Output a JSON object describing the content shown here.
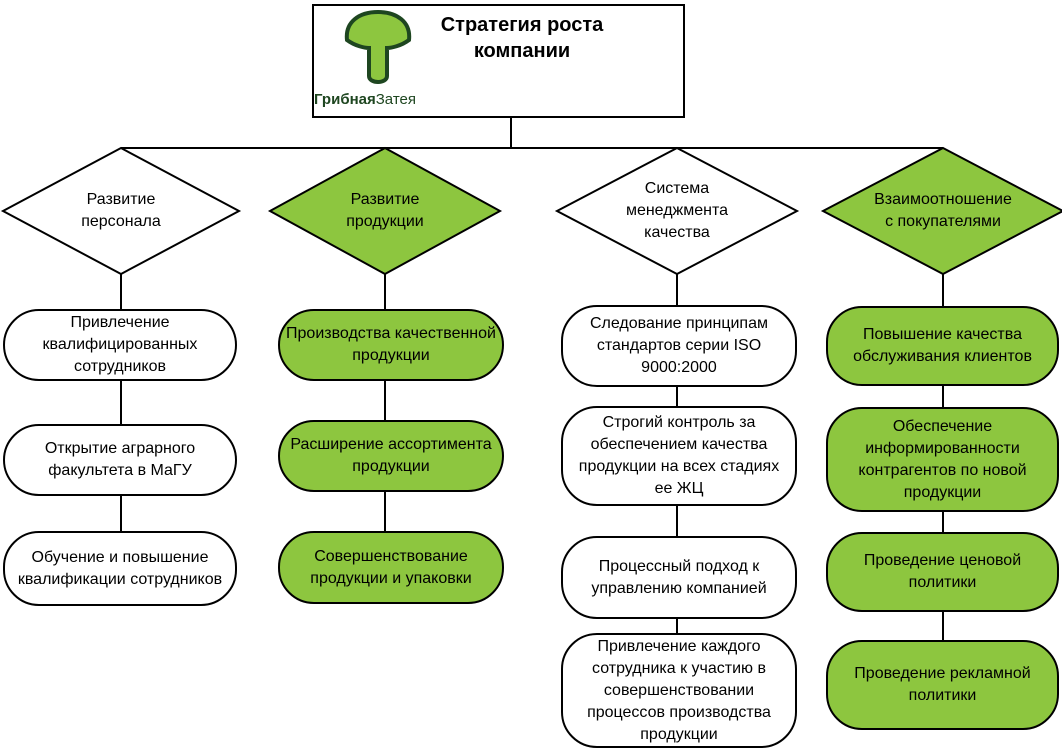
{
  "title": {
    "line1": "Стратегия роста",
    "line2": "компании",
    "logo_bold": "Грибная",
    "logo_regular": "Затея",
    "logo_icon": "mushroom-icon"
  },
  "colors": {
    "green": "#8dc63f",
    "logo_dark": "#1e4620"
  },
  "directions": [
    {
      "label": "Развитие персонала",
      "green": false,
      "items": [
        "Привлечение квалифицированных сотрудников",
        "Открытие аграрного факультета в МаГУ",
        "Обучение и повышение квалификации сотрудников"
      ]
    },
    {
      "label": "Развитие продукции",
      "green": true,
      "items": [
        "Производства качественной продукции",
        "Расширение ассортимента продукции",
        "Совершенствование продукции и упаковки"
      ]
    },
    {
      "label": "Система менеджмента качества",
      "green": false,
      "items": [
        "Следование принципам стандартов серии ISO 9000:2000",
        "Строгий контроль за обеспечением качества продукции на всех стадиях ее ЖЦ",
        "Процессный подход к управлению компанией",
        "Привлечение каждого сотрудника к участию в совершенствовании процессов производства продукции"
      ]
    },
    {
      "label": "Взаимоотношение с покупателями",
      "green": true,
      "items": [
        "Повышение качества обслуживания клиентов",
        "Обеспечение информированности контрагентов по новой продукции",
        "Проведение ценовой политики",
        "Проведение рекламной политики"
      ]
    }
  ]
}
